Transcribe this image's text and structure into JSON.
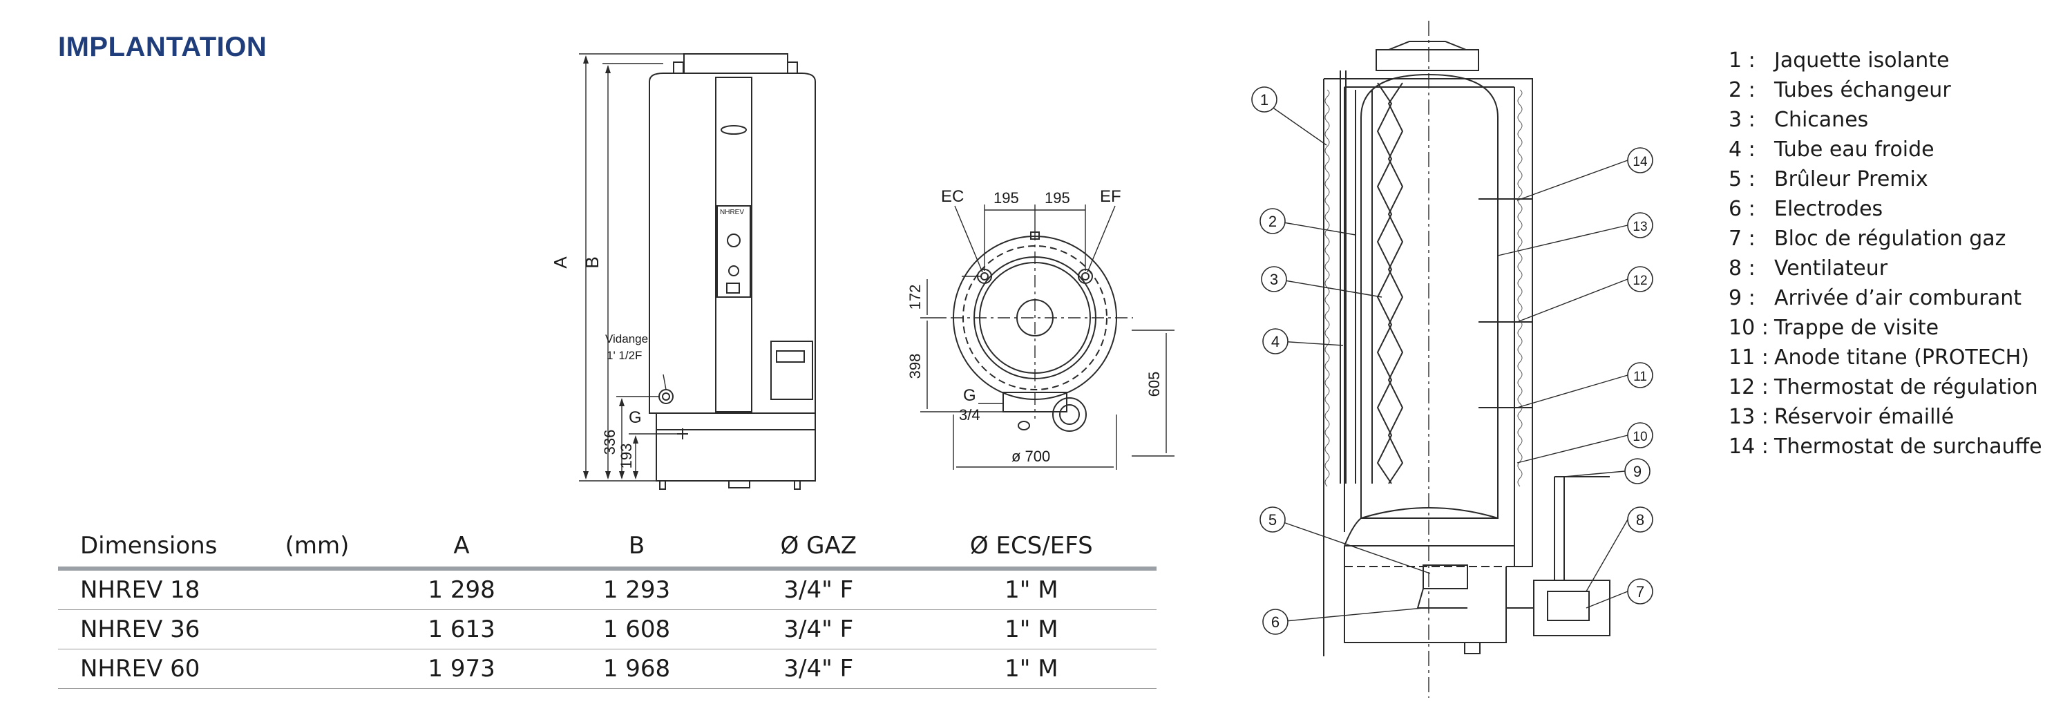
{
  "section_title": "IMPLANTATION",
  "front_view": {
    "label_a": "A",
    "label_b": "B",
    "drain_label": "Vidange",
    "drain_size": "1' 1/2F",
    "gas_label": "G",
    "dim_336": "336",
    "dim_193": "193",
    "panel_title": "NHREV"
  },
  "top_view": {
    "label_ec": "EC",
    "label_ef": "EF",
    "dim_195_left": "195",
    "dim_195_right": "195",
    "dim_172": "172",
    "dim_398": "398",
    "dim_605": "605",
    "gas_label": "G",
    "gas_size": "3/4",
    "diameter": "ø 700"
  },
  "section_view": {
    "callouts": [
      "1",
      "2",
      "3",
      "4",
      "5",
      "6",
      "7",
      "8",
      "9",
      "10",
      "11",
      "12",
      "13",
      "14"
    ]
  },
  "table": {
    "headers": [
      "Dimensions",
      "(mm)",
      "A",
      "B",
      "Ø GAZ",
      "Ø ECS/EFS"
    ],
    "rows": [
      {
        "model": "NHREV 18",
        "unit": "",
        "a": "1 298",
        "b": "1 293",
        "gaz": "3/4\" F",
        "ecs": "1\" M"
      },
      {
        "model": "NHREV 36",
        "unit": "",
        "a": "1 613",
        "b": "1 608",
        "gaz": "3/4\" F",
        "ecs": "1\" M"
      },
      {
        "model": "NHREV 60",
        "unit": "",
        "a": "1 973",
        "b": "1 968",
        "gaz": "3/4\" F",
        "ecs": "1\" M"
      }
    ]
  },
  "legend": [
    {
      "num": "1 :",
      "text": "Jaquette isolante"
    },
    {
      "num": "2 :",
      "text": "Tubes échangeur"
    },
    {
      "num": "3 :",
      "text": "Chicanes"
    },
    {
      "num": "4 :",
      "text": "Tube eau froide"
    },
    {
      "num": "5 :",
      "text": "Brûleur Premix"
    },
    {
      "num": "6 :",
      "text": "Electrodes"
    },
    {
      "num": "7 :",
      "text": "Bloc de régulation gaz"
    },
    {
      "num": "8 :",
      "text": "Ventilateur"
    },
    {
      "num": "9 :",
      "text": "Arrivée d’air comburant"
    },
    {
      "num": "10 :",
      "text": "Trappe de visite"
    },
    {
      "num": "11 :",
      "text": "Anode titane (PROTECH)"
    },
    {
      "num": "12 :",
      "text": "Thermostat de régulation"
    },
    {
      "num": "13 :",
      "text": "Réservoir émaillé"
    },
    {
      "num": "14 :",
      "text": "Thermostat de surchauffe"
    }
  ],
  "colors": {
    "title": "#1f3d7a",
    "line": "#2a2a2a",
    "table_rule": "#9aa0a6"
  }
}
